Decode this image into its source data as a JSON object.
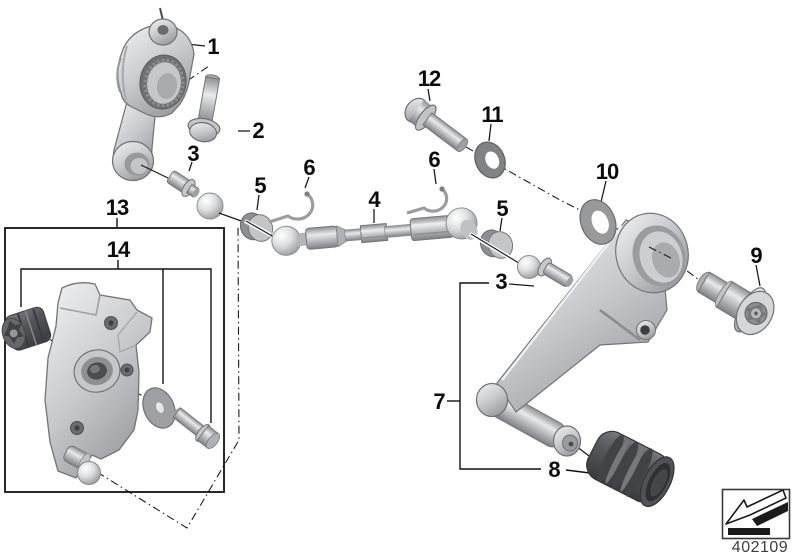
{
  "diagram": {
    "doc_number": "402109",
    "callouts": [
      "1",
      "2",
      "3",
      "5",
      "6",
      "4",
      "12",
      "11",
      "6",
      "5",
      "10",
      "9",
      "13",
      "14",
      "3",
      "7",
      "8"
    ],
    "stamp_icon": "arrow-lower-left-icon",
    "colors": {
      "background": "#ffffff",
      "line": "#1c1c1c",
      "metal_light": "#f2f3f4",
      "metal_mid": "#c9cacd",
      "metal_dark": "#8f9093",
      "rubber_dark": "#4b4c4f"
    }
  }
}
